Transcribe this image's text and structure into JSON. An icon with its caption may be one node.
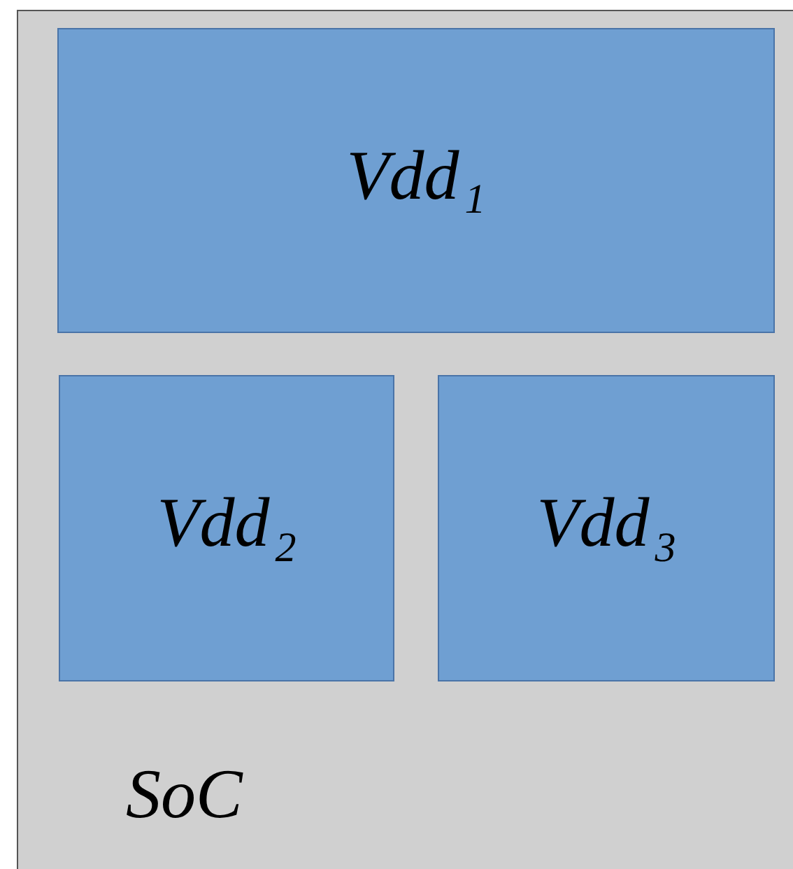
{
  "diagram": {
    "nodes": [
      {
        "text": [
          "SoC"
        ]
      },
      {
        "text": [
          "Vdd$_{1}$"
        ],
        "in": 0
      },
      {
        "text": [
          "Vdd$_{2}$"
        ],
        "in": 0
      },
      {
        "text": [
          "Vdd$_{3}$"
        ],
        "in": 0
      }
    ]
  }
}
